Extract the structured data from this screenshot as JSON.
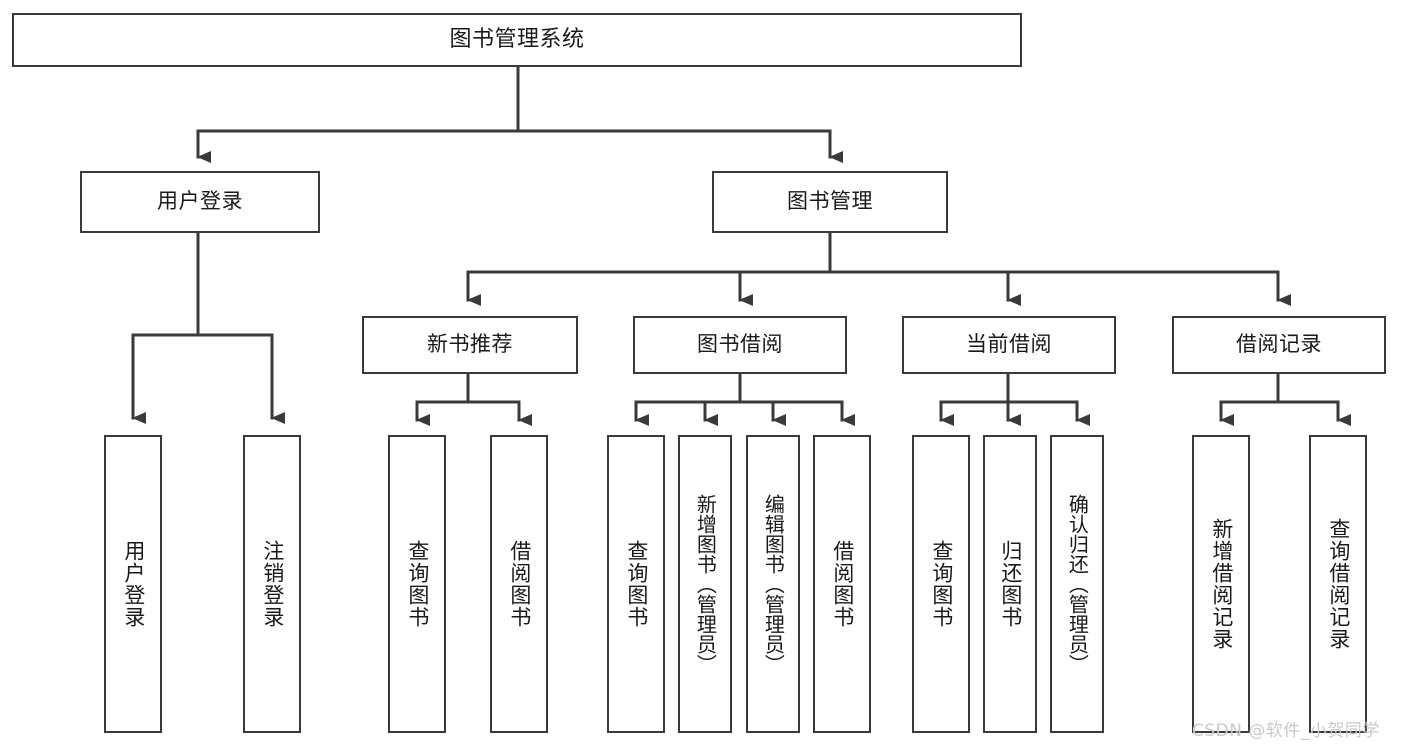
{
  "diagram": {
    "type": "hierarchy-tree",
    "title": "图书管理系统",
    "root": {
      "label": "图书管理系统"
    },
    "level2": [
      {
        "label": "用户登录"
      },
      {
        "label": "图书管理"
      }
    ],
    "level3": [
      {
        "label": "新书推荐"
      },
      {
        "label": "图书借阅"
      },
      {
        "label": "当前借阅"
      },
      {
        "label": "借阅记录"
      }
    ],
    "leaves": {
      "user_login": [
        {
          "label": "用户登录"
        },
        {
          "label": "注销登录"
        }
      ],
      "new_book_recommend": [
        {
          "label": "查询图书"
        },
        {
          "label": "借阅图书"
        }
      ],
      "book_borrow": [
        {
          "label": "查询图书"
        },
        {
          "label": "新增图书（管理员）"
        },
        {
          "label": "编辑图书（管理员）"
        },
        {
          "label": "借阅图书"
        }
      ],
      "current_borrow": [
        {
          "label": "查询图书"
        },
        {
          "label": "归还图书"
        },
        {
          "label": "确认归还（管理员）"
        }
      ],
      "borrow_record": [
        {
          "label": "新增借阅记录"
        },
        {
          "label": "查询借阅记录"
        }
      ]
    }
  },
  "watermark": {
    "text": "CSDN @软件_小贺同学"
  },
  "colors": {
    "stroke": "#3a3a3a",
    "box_fill": "#ffffff",
    "text": "#1a1a1a",
    "watermark": "#c9c9c9",
    "background": "#ffffff"
  }
}
